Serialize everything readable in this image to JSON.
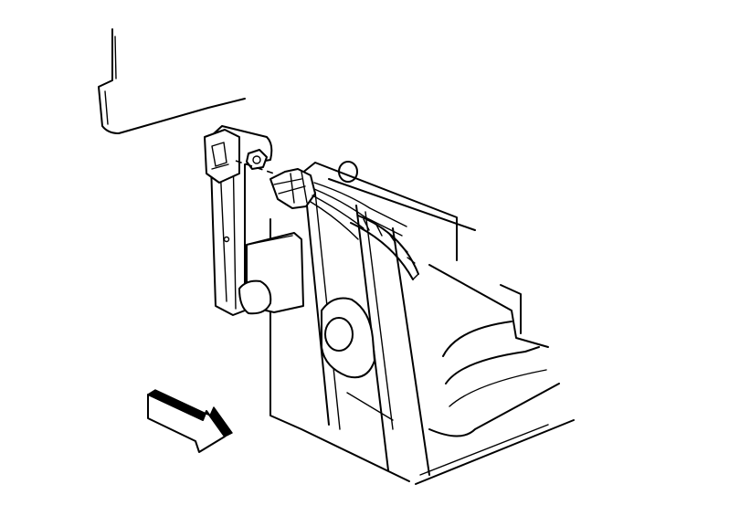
{
  "figure": {
    "background": "#ffffff",
    "line_color": "#000000",
    "parts": [
      {
        "name": "upper-panel",
        "icon": "panel-outline"
      },
      {
        "name": "sensor-bracket",
        "icon": "bracket"
      },
      {
        "name": "sensor-connector",
        "icon": "connector"
      },
      {
        "name": "harness-connector",
        "icon": "plug"
      },
      {
        "name": "wiring-harness",
        "icon": "wires"
      },
      {
        "name": "mounting-stud",
        "icon": "stud"
      },
      {
        "name": "housing-panel",
        "icon": "housing"
      },
      {
        "name": "rubber-grommet",
        "icon": "grommet"
      },
      {
        "name": "direction-arrow",
        "icon": "forward-arrow"
      }
    ]
  }
}
